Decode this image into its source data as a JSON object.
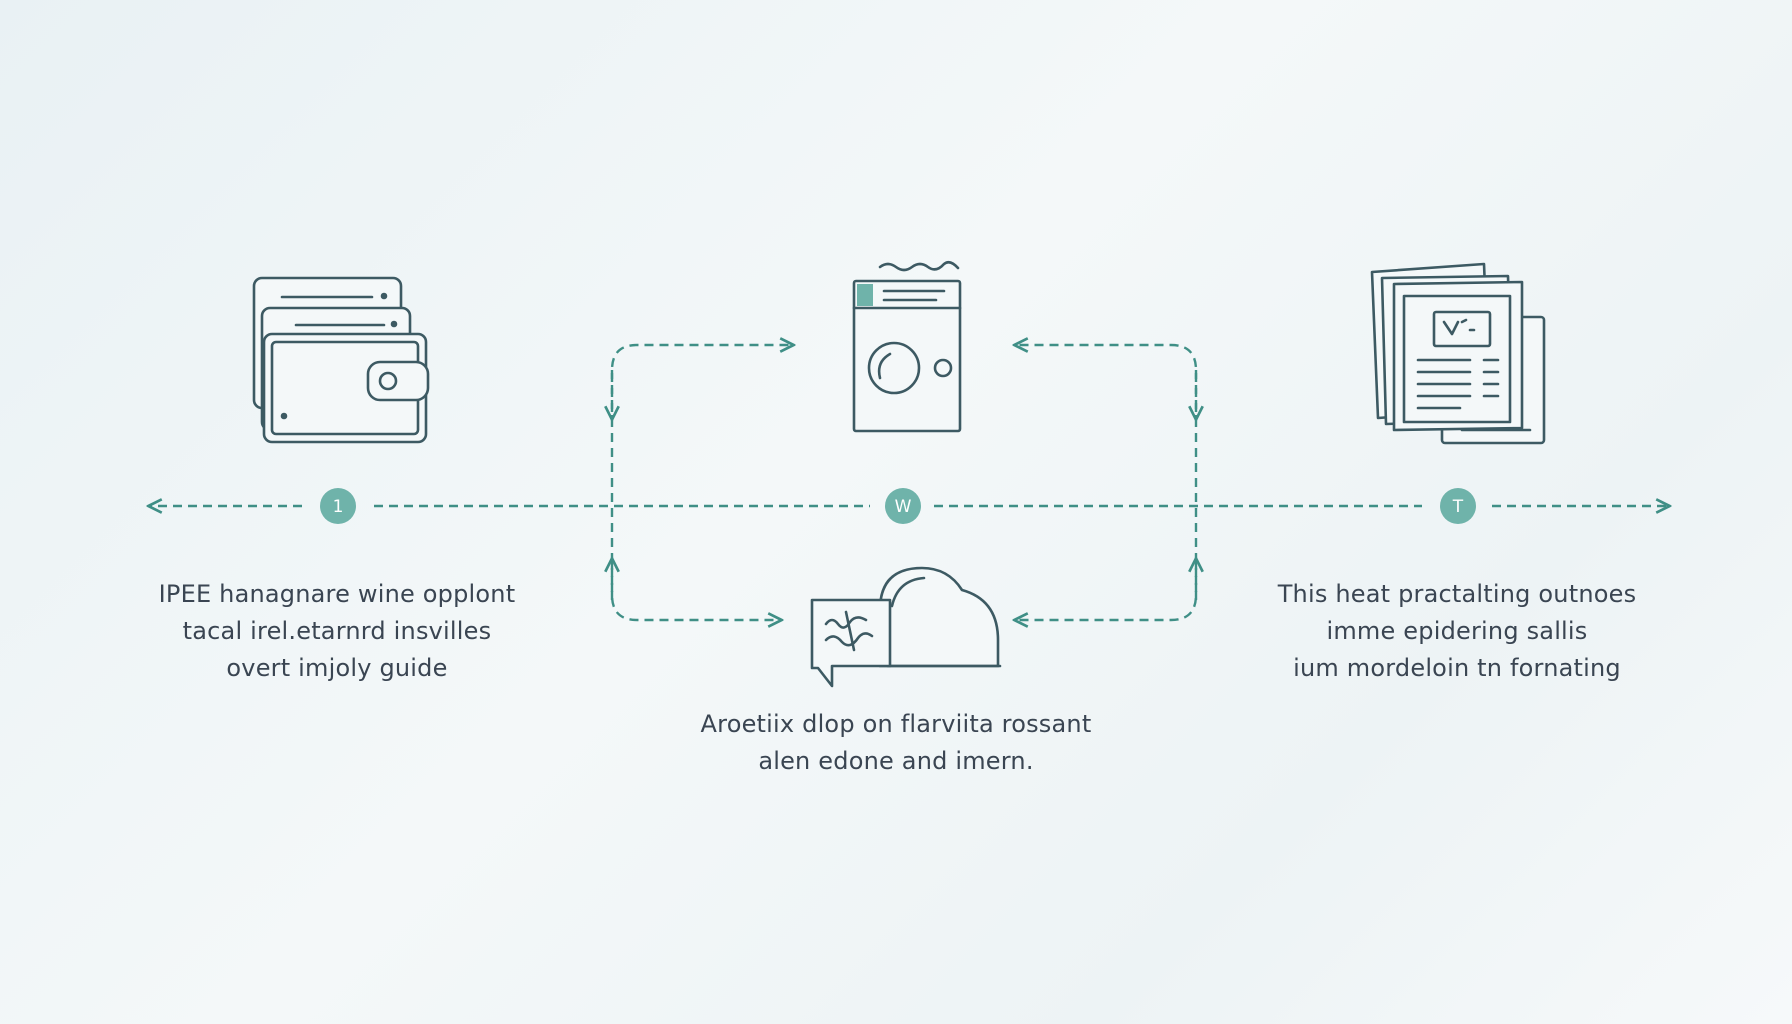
{
  "colors": {
    "accent": "#3f8f86",
    "accent_light": "#6fb3aa",
    "icon_stroke": "#3d5a63",
    "text": "#3a4552"
  },
  "nodes": [
    {
      "id": "left",
      "label": "1",
      "icon": "wallet-icon"
    },
    {
      "id": "mid",
      "label": "W",
      "icon": "washing-machine-icon"
    },
    {
      "id": "right",
      "label": "T",
      "icon": "documents-icon"
    }
  ],
  "extra_icons": [
    {
      "id": "bottom",
      "icon": "chat-cloud-icon"
    }
  ],
  "captions": {
    "left": [
      "IPEE hanagnare wine opplont",
      "tacal irel.etarnrd insvilles",
      "overt imjoly guide"
    ],
    "mid": [
      "Aroetiix dlop on flarviita rossant",
      "alen edone and imern."
    ],
    "right": [
      "This heat practalting outnoes",
      "imme epidering sallis",
      "ium mordeloin tn fornating"
    ]
  }
}
